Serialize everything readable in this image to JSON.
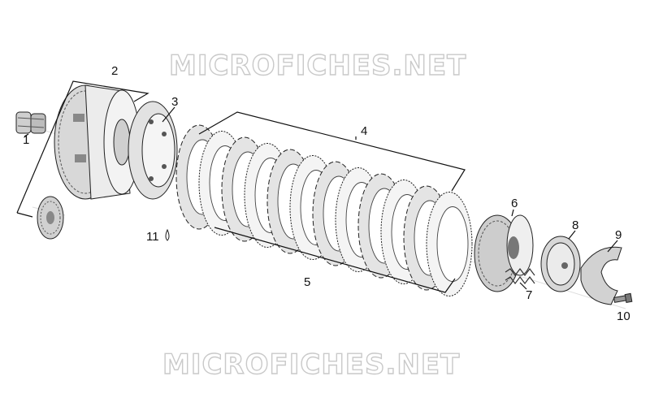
{
  "watermark": {
    "top": "MICROFICHES.NET",
    "bottom": "MICROFICHES.NET"
  },
  "callouts": {
    "c1": "1",
    "c2": "2",
    "c3": "3",
    "c4": "4",
    "c5": "5",
    "c6": "6",
    "c7": "7",
    "c8": "8",
    "c9": "9",
    "c10": "10",
    "c11": "11"
  },
  "colors": {
    "line": "#111111",
    "part_fill": "#e9e9e9",
    "part_dark": "#9a9a9a",
    "watermark_stroke": "#c9c9c9"
  }
}
